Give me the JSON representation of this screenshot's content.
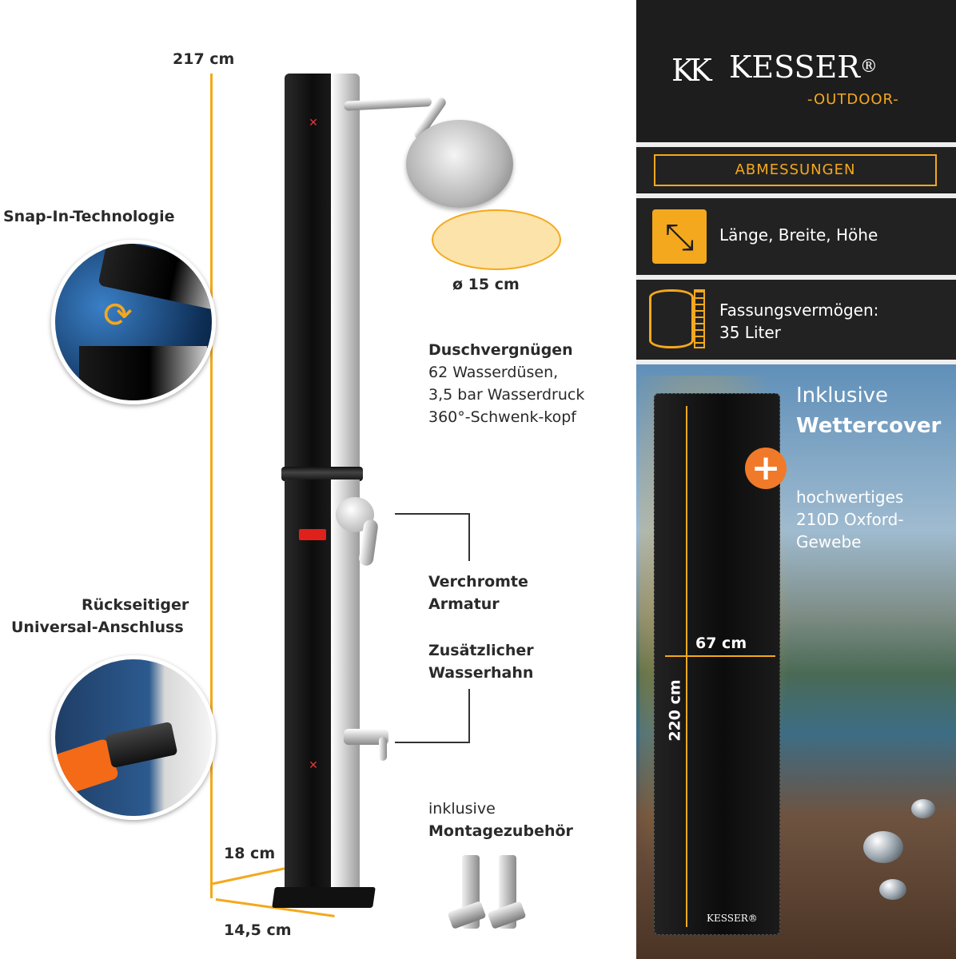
{
  "brand": {
    "name": "KESSER",
    "reg": "®",
    "sub": "-OUTDOOR-"
  },
  "dimensions_panel": {
    "header": "ABMESSUNGEN",
    "row1_text": "Länge, Breite, Höhe",
    "row2_line1": "Fassungsvermögen:",
    "row2_line2": "35 Liter"
  },
  "cover": {
    "line1": "Inklusive",
    "line2": "Wettercover",
    "desc": [
      "hochwertiges",
      "210D Oxford-",
      "Gewebe"
    ],
    "width": "67 cm",
    "height": "220 cm",
    "logo": "KESSER®"
  },
  "shower": {
    "height": "217 cm",
    "base_height": "18 cm",
    "base_width": "14,5 cm",
    "head_diameter": "ø 15 cm"
  },
  "features": {
    "snap_title": "Snap-In-Technologie",
    "connector_line1": "Rückseitiger",
    "connector_line2": "Universal-Anschluss",
    "dusch_title": "Duschvergnügen",
    "dusch_lines": [
      "62 Wasserdüsen,",
      "3,5 bar Wasserdruck",
      "360°-Schwenk-kopf"
    ],
    "armatur_line1": "Verchromte",
    "armatur_line2": "Armatur",
    "hahn_line1": "Zusätzlicher",
    "hahn_line2": "Wasserhahn",
    "montage_line1": "inklusive",
    "montage_line2": "Montagezubehör"
  },
  "colors": {
    "accent": "#f4a81d",
    "panel": "#1e1d1d",
    "orange_plus": "#f07a2a"
  }
}
